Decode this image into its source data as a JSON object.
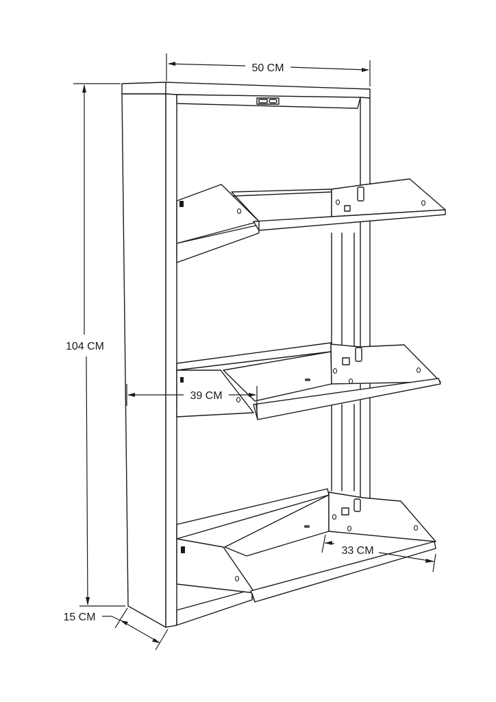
{
  "drawing": {
    "subject": "Wall-mounted shoe cabinet with three tilting shoe compartments",
    "line_color": "#1a1a1a",
    "background_color": "#ffffff",
    "compartment_count": 3
  },
  "dimensions": {
    "width": {
      "label": "50 CM",
      "value": 50,
      "unit": "CM"
    },
    "height": {
      "label": "104 CM",
      "value": 104,
      "unit": "CM"
    },
    "inner_width": {
      "label": "39 CM",
      "value": 39,
      "unit": "CM"
    },
    "shelf_depth": {
      "label": "33 CM",
      "value": 33,
      "unit": "CM"
    },
    "depth": {
      "label": "15 CM",
      "value": 15,
      "unit": "CM"
    }
  }
}
